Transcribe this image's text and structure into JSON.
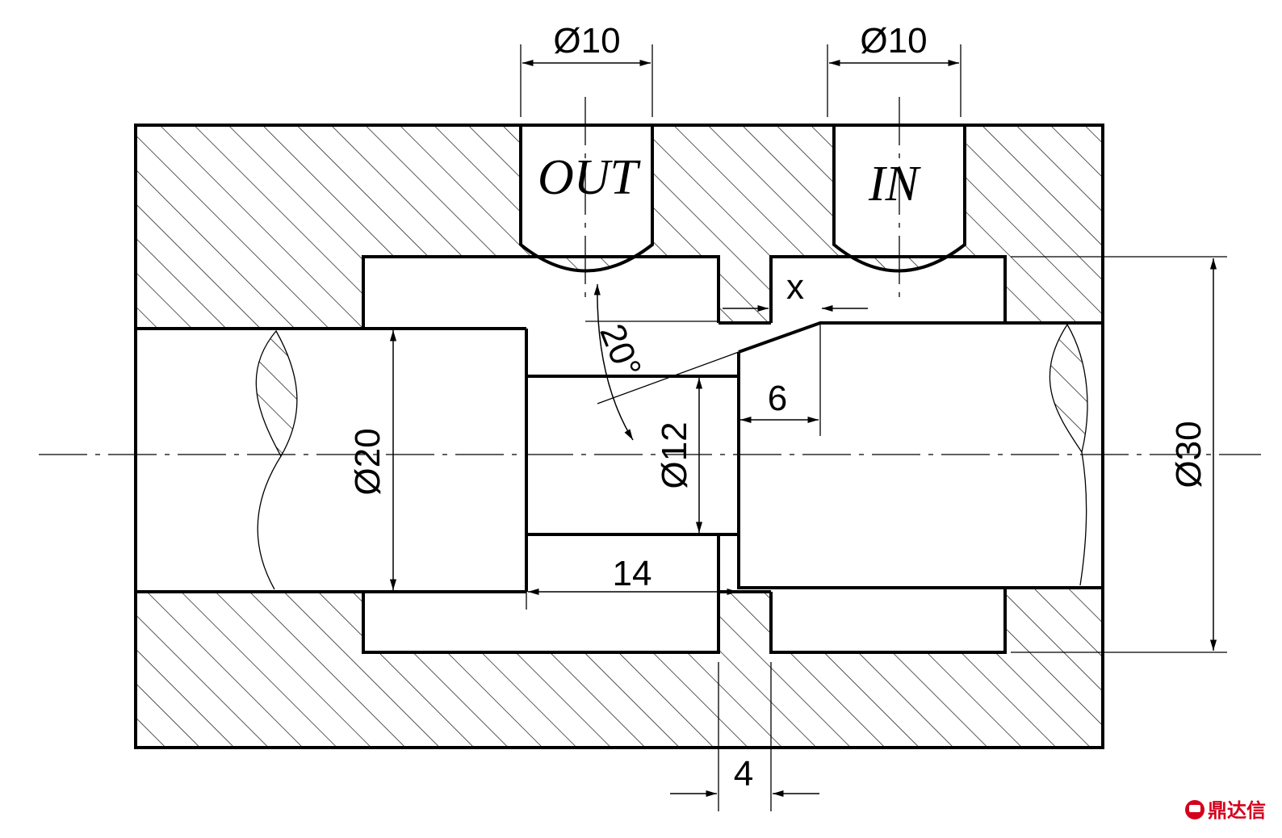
{
  "ports": {
    "out": "OUT",
    "in": "IN"
  },
  "dimensions": {
    "out_port_dia": "Ø10",
    "in_port_dia": "Ø10",
    "bore_left": "Ø20",
    "spool_neck": "Ø12",
    "body_bore": "Ø30",
    "cone_angle": "20°",
    "opening_x": "x",
    "cone_length": "6",
    "land_length": "14",
    "gap_width": "4"
  },
  "watermark": {
    "text": "鼎达信"
  },
  "colors": {
    "line": "#000000",
    "background": "#ffffff",
    "watermark": "#d4001c"
  }
}
